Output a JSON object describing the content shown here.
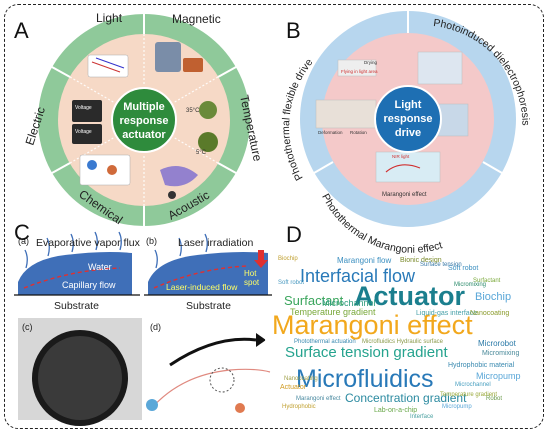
{
  "panels": {
    "a": {
      "letter": "A",
      "center_label_lines": [
        "Multiple",
        "response",
        "actuator"
      ],
      "segments": [
        "Light",
        "Magnetic",
        "Temperature",
        "Acoustic",
        "Chemical",
        "Electric"
      ],
      "inner_labels": [
        "Voltage",
        "Voltage",
        "35°C",
        "5°C"
      ],
      "colors": {
        "outer_ring": "#8fc99a",
        "inner_disc": "#f6d9c6",
        "center": "#2e8b3c"
      }
    },
    "b": {
      "letter": "B",
      "center_label_lines": [
        "Light",
        "response",
        "drive"
      ],
      "segments": [
        "Photothermal flexible drive",
        "Photoinduced dielectrophoresis",
        "Photothermal Marangoni effect"
      ],
      "inner_labels": [
        "Drying",
        "Flying in light area",
        "Deformation",
        "Rotation",
        "NIR light",
        "Marangoni effect"
      ],
      "colors": {
        "outer_ring": "#b7d6ee",
        "inner_disc": "#f4c9c9",
        "center": "#1e6fb3"
      }
    },
    "c": {
      "letter": "C",
      "sub_a": {
        "tag": "(a)",
        "title": "Evaporative vapor flux",
        "water": "Water",
        "flow": "Capillary flow",
        "substrate": "Substrate"
      },
      "sub_b": {
        "tag": "(b)",
        "title": "Laser irradiation",
        "hot": "Hot",
        "spot": "spot",
        "flow": "Laser-induced flow",
        "substrate": "Substrate"
      },
      "sub_c": {
        "tag": "(c)"
      },
      "sub_d": {
        "tag": "(d)"
      }
    },
    "d": {
      "letter": "D",
      "words": [
        {
          "text": "Marangoni effect",
          "color": "#f2a81d"
        },
        {
          "text": "Actuator",
          "color": "#1b7f8e"
        },
        {
          "text": "Microfluidics",
          "color": "#2879b8"
        },
        {
          "text": "Interfacial flow",
          "color": "#2879b8"
        },
        {
          "text": "Surface tension gradient",
          "color": "#25a38e"
        },
        {
          "text": "Surfactant",
          "color": "#3aa55c"
        },
        {
          "text": "Concentration gradient",
          "color": "#2b8aa0"
        },
        {
          "text": "Marangoni flow",
          "color": "#3b8fc0"
        },
        {
          "text": "Bionic design",
          "color": "#7a8a2a"
        },
        {
          "text": "Soft robot",
          "color": "#3b8fc0"
        },
        {
          "text": "Biochip",
          "color": "#5aa7d8"
        },
        {
          "text": "Liquid-gas interface",
          "color": "#47a0a8"
        },
        {
          "text": "Nanocoating",
          "color": "#8a9a2a"
        },
        {
          "text": "Temperature gradient",
          "color": "#79a83a"
        },
        {
          "text": "Microchannel",
          "color": "#2a9a7a"
        },
        {
          "text": "Microrobot",
          "color": "#2a7aa8"
        },
        {
          "text": "Micromixing",
          "color": "#4a8a9a"
        },
        {
          "text": "Hydrophobic material",
          "color": "#3a8ab0"
        },
        {
          "text": "Micropump",
          "color": "#5aa7d8"
        },
        {
          "text": "Lab-on-a-chip",
          "color": "#6aa84a"
        },
        {
          "text": "Photothermal actuation",
          "color": "#3a8ab0"
        },
        {
          "text": "Microfluidics Hydraulic surface",
          "color": "#8a9a4a"
        },
        {
          "text": "Nanocoating",
          "color": "#a0a04a"
        },
        {
          "text": "Biochip",
          "color": "#c0a030"
        },
        {
          "text": "Microchannel",
          "color": "#4aa0c0"
        },
        {
          "text": "Actuator",
          "color": "#d09a20"
        },
        {
          "text": "Robot",
          "color": "#6a9a4a"
        },
        {
          "text": "Marangoni effect",
          "color": "#4a8aa0"
        },
        {
          "text": "Micropump",
          "color": "#5aa7d8"
        },
        {
          "text": "Surfactant",
          "color": "#7aa83a"
        },
        {
          "text": "Soft robot",
          "color": "#4a9ac0"
        },
        {
          "text": "Micromixing",
          "color": "#2a8a6a"
        },
        {
          "text": "Temperature gradient",
          "color": "#9aa83a"
        },
        {
          "text": "Surface tension",
          "color": "#3a7aa8"
        },
        {
          "text": "Hydrophobic",
          "color": "#c0a030"
        },
        {
          "text": "Interface",
          "color": "#4aa0a0"
        }
      ]
    }
  }
}
